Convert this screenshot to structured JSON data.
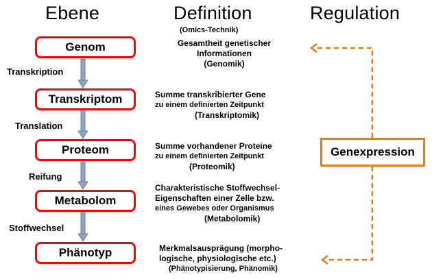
{
  "headers": {
    "ebene": "Ebene",
    "definition": "Definition",
    "regulation": "Regulation"
  },
  "definition_sub": "(Omics-Technik)",
  "levels": [
    {
      "label": "Genom",
      "def": [
        "Gesamtheit genetischer",
        "Informationen",
        "(Genomik)"
      ]
    },
    {
      "label": "Transkriptom",
      "def": [
        "Summe transkribierter Gene",
        "zu einem definierten Zeitpunkt",
        "(Transkriptomik)"
      ]
    },
    {
      "label": "Proteom",
      "def": [
        "Summe vorhandener Proteine",
        "zu einem definierten Zeitpunkt",
        "(Proteomik)"
      ]
    },
    {
      "label": "Metabolom",
      "def": [
        "Charakteristische Stoffwechsel-",
        "Eigenschaften einer Zelle bzw.",
        "eines Gewebes oder Organismus",
        "(Metabolomik)"
      ]
    },
    {
      "label": "Phänotyp",
      "def": [
        "Merkmalsausprägung (morpho-",
        "logische, physiologische etc.)",
        "(Phänotypisierung, Phänomik)"
      ]
    }
  ],
  "transitions": [
    "Transkription",
    "Translation",
    "Reifung",
    "Stoffwechsel"
  ],
  "regulation_label": "Genexpression",
  "colors": {
    "level_border": "#ff0000",
    "regulation": "#e97a0e",
    "arrow_fill": "#8ea3c9",
    "arrow_stroke": "#6b7f9e"
  }
}
